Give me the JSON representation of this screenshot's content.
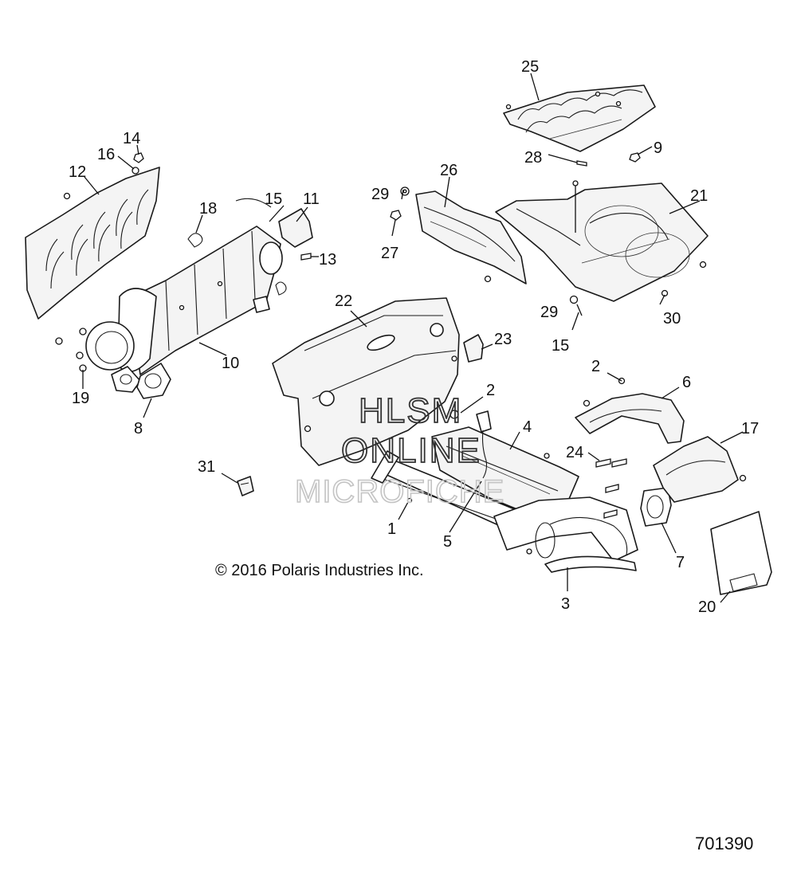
{
  "callouts": {
    "c1": "1",
    "c2a": "2",
    "c2b": "2",
    "c3": "3",
    "c4": "4",
    "c5": "5",
    "c6": "6",
    "c7": "7",
    "c8": "8",
    "c9": "9",
    "c10": "10",
    "c11": "11",
    "c12": "12",
    "c13": "13",
    "c14": "14",
    "c15a": "15",
    "c15b": "15",
    "c16": "16",
    "c17": "17",
    "c18": "18",
    "c19": "19",
    "c20": "20",
    "c21": "21",
    "c22": "22",
    "c23": "23",
    "c24": "24",
    "c25": "25",
    "c26": "26",
    "c27": "27",
    "c28": "28",
    "c29a": "29",
    "c29b": "29",
    "c30": "30",
    "c31": "31"
  },
  "copyright": "© 2016 Polaris Industries Inc.",
  "watermark": {
    "line1": "HLSM",
    "line2": "ONLINE",
    "line3": "MICROFICHE"
  },
  "document_number": "701390"
}
